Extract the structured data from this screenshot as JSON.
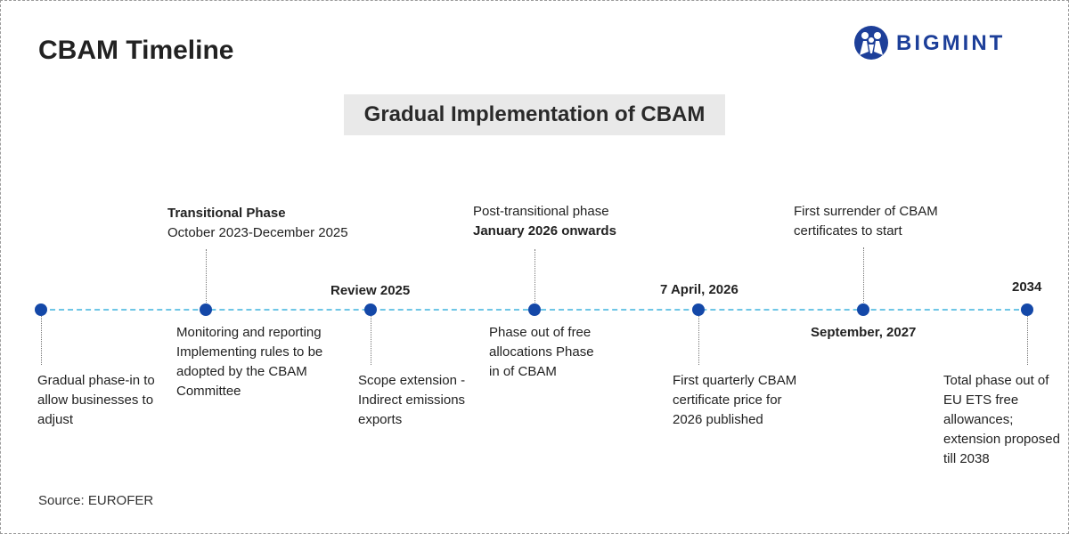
{
  "title": "CBAM Timeline",
  "logo": {
    "text": "BIGMINT",
    "color": "#1d3f99"
  },
  "subtitle": "Gradual Implementation of CBAM",
  "colors": {
    "dot": "#1448a8",
    "line": "#6ec6e6",
    "subtitle_bg": "#e9e9e9"
  },
  "milestones": [
    {
      "above": {
        "label": "",
        "lines": []
      },
      "below": {
        "label": "",
        "lines": [
          "Gradual phase-in to",
          "allow businesses to",
          "adjust"
        ]
      }
    },
    {
      "above": {
        "label": "Transitional Phase",
        "lines": [
          "October 2023-December 2025"
        ]
      },
      "below": {
        "label": "",
        "lines": [
          "Monitoring and reporting",
          "Implementing rules to be",
          "adopted by the CBAM",
          "Committee"
        ]
      }
    },
    {
      "above": {
        "label": "Review 2025",
        "lines": []
      },
      "below": {
        "label": "",
        "lines": [
          "Scope extension -",
          "Indirect emissions",
          "exports"
        ]
      }
    },
    {
      "above": {
        "label": "January 2026 onwards",
        "pre": "Post-transitional phase",
        "lines": []
      },
      "below": {
        "label": "",
        "lines": [
          "Phase out of free",
          "allocations Phase",
          "in of CBAM"
        ]
      }
    },
    {
      "above": {
        "label": "7 April, 2026",
        "lines": []
      },
      "below": {
        "label": "",
        "lines": [
          "First quarterly CBAM",
          "certificate price for",
          "2026 published"
        ]
      }
    },
    {
      "above": {
        "label": "",
        "lines": [
          "First surrender of CBAM",
          "certificates to start"
        ]
      },
      "below": {
        "label": "September, 2027",
        "lines": []
      }
    },
    {
      "above": {
        "label": "2034",
        "lines": []
      },
      "below": {
        "label": "",
        "lines": [
          "Total phase out of",
          "EU ETS free",
          "allowances;",
          "extension proposed",
          "till 2038"
        ]
      }
    }
  ],
  "source": "Source: EUROFER"
}
